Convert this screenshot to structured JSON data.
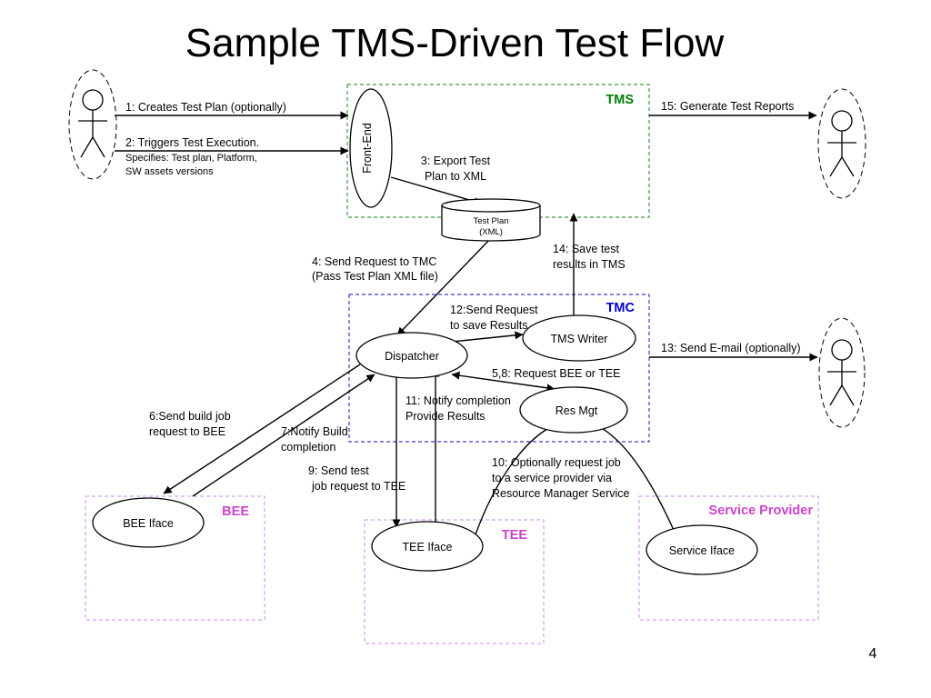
{
  "title": "Sample TMS-Driven Test Flow",
  "page_number": "4",
  "colors": {
    "tms_zone": "#3c9a3c",
    "tmc_zone": "#3c3ccc",
    "tms_tag": "#008000",
    "tmc_tag": "#0000cc",
    "provider_zone": "#cc88ee",
    "provider_tag": "#cc44cc"
  },
  "zones": {
    "tms": "TMS",
    "tmc": "TMC",
    "bee": "BEE",
    "tee": "TEE",
    "service_provider": "Service Provider"
  },
  "nodes": {
    "front_end": "Front-End",
    "test_plan_line1": "Test Plan",
    "test_plan_line2": "(XML)",
    "dispatcher": "Dispatcher",
    "tms_writer": "TMS Writer",
    "res_mgt": "Res Mgt",
    "bee_iface": "BEE Iface",
    "tee_iface": "TEE Iface",
    "service_iface": "Service Iface"
  },
  "steps": {
    "s1": "1: Creates Test Plan (optionally)",
    "s2": "2: Triggers Test Execution.",
    "s2_detail_line1": "Specifies: Test plan, Platform,",
    "s2_detail_line2": "SW assets versions",
    "s3_line1": "3: Export Test",
    "s3_line2": "Plan to XML",
    "s4_line1": "4: Send Request to TMC",
    "s4_line2": "(Pass Test Plan XML file)",
    "s58": "5,8: Request BEE or TEE",
    "s6_line1": "6:Send build job",
    "s6_line2": "request to BEE",
    "s7_line1": "7:Notify Build",
    "s7_line2": "completion",
    "s9_line1": "9: Send test",
    "s9_line2": "job request to TEE",
    "s10_line1": "10: Optionally request job",
    "s10_line2": "to a service provider via",
    "s10_line3": "Resource Manager Service",
    "s11_line1": "11: Notify completion",
    "s11_line2": "Provide Results",
    "s12_line1": "12:Send Request",
    "s12_line2": "to save Results",
    "s13": "13: Send E-mail (optionally)",
    "s14_line1": "14: Save test",
    "s14_line2": "results in TMS",
    "s15": "15: Generate Test Reports"
  }
}
